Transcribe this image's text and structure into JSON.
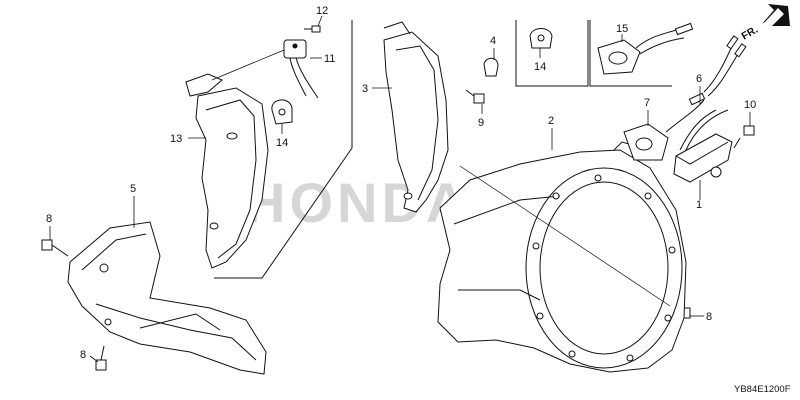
{
  "diagram": {
    "orientation_label": "FR.",
    "watermark": "HONDA",
    "drawing_code": "YB84E1200F",
    "callouts": [
      {
        "id": "c1",
        "label": "1"
      },
      {
        "id": "c2",
        "label": "2"
      },
      {
        "id": "c3",
        "label": "3"
      },
      {
        "id": "c4",
        "label": "4"
      },
      {
        "id": "c5",
        "label": "5"
      },
      {
        "id": "c6",
        "label": "6"
      },
      {
        "id": "c7",
        "label": "7"
      },
      {
        "id": "c8a",
        "label": "8"
      },
      {
        "id": "c8b",
        "label": "8"
      },
      {
        "id": "c8c",
        "label": "8"
      },
      {
        "id": "c9",
        "label": "9"
      },
      {
        "id": "c10",
        "label": "10"
      },
      {
        "id": "c11",
        "label": "11"
      },
      {
        "id": "c12",
        "label": "12"
      },
      {
        "id": "c13",
        "label": "13"
      },
      {
        "id": "c14a",
        "label": "14"
      },
      {
        "id": "c14b",
        "label": "14"
      },
      {
        "id": "c15",
        "label": "15"
      }
    ]
  }
}
